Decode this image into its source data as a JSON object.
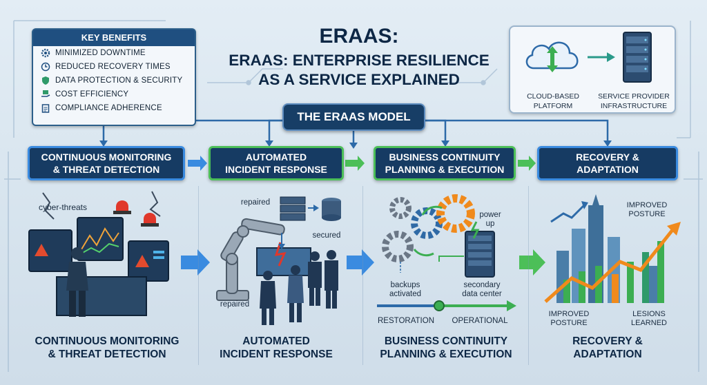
{
  "title": {
    "line1": "ERAAS:",
    "line2a": "ERAAS: ENTERPRISE RESILIENCE",
    "line2b": "AS A SERVICE EXPLAINED"
  },
  "benefits": {
    "heading": "KEY BENEFITS",
    "items": [
      {
        "icon": "gear-icon",
        "label": "MINIMIZED DOWNTIME"
      },
      {
        "icon": "clock-icon",
        "label": "REDUCED RECOVERY TIMES"
      },
      {
        "icon": "shield-icon",
        "label": "DATA PROTECTION & SECURITY"
      },
      {
        "icon": "money-hand-icon",
        "label": "COST EFFICIENCY"
      },
      {
        "icon": "clipboard-icon",
        "label": "COMPLIANCE ADHERENCE"
      }
    ]
  },
  "infra": {
    "cloud_line1": "CLOUD-BASED",
    "cloud_line2": "PLATFORM",
    "provider_line1": "SERVICE PROVIDER",
    "provider_line2": "INFRASTRUCTURE"
  },
  "model": {
    "label": "THE ERAAS MODEL"
  },
  "stages": [
    {
      "line1": "CONTINUOUS MONITORING",
      "line2": "& THREAT DETECTION"
    },
    {
      "line1": "AUTOMATED",
      "line2": "INCIDENT RESPONSE"
    },
    {
      "line1": "BUSINESS CONTINUITY",
      "line2": "PLANNING & EXECUTION"
    },
    {
      "line1": "RECOVERY &",
      "line2": "ADAPTATION"
    }
  ],
  "scene1": {
    "cyber": "cyber-threats"
  },
  "scene2": {
    "repaired_top": "repaired",
    "secured": "secured",
    "repaired_bottom": "repaired"
  },
  "scene3": {
    "power_line1": "power",
    "power_line2": "up",
    "backups_line1": "backups",
    "backups_line2": "activated",
    "secondary_line1": "secondary",
    "secondary_line2": "data center",
    "restoration": "RESTORATION",
    "operational": "OPERATIONAL"
  },
  "scene4": {
    "improved_top_1": "IMPROVED",
    "improved_top_2": "POSTURE",
    "improved_bottom_1": "IMPROVED",
    "improved_bottom_2": "POSTURE",
    "lessons_1": "LESIONS",
    "lessons_2": "LEARNED"
  },
  "bottom_labels": [
    {
      "line1": "CONTINUOUS MONITORING",
      "line2": "& THREAT DETECTION"
    },
    {
      "line1": "AUTOMATED",
      "line2": "INCIDENT RESPONSE"
    },
    {
      "line1": "BUSINESS CONTINUITY",
      "line2": "PLANNING & EXECUTION"
    },
    {
      "line1": "RECOVERY &",
      "line2": "ADAPTATION"
    }
  ],
  "colors": {
    "navy": "#163b63",
    "blue_accent": "#3a8be0",
    "green_accent": "#4cbf58",
    "orange": "#f08a1c",
    "red": "#d93a2b"
  }
}
